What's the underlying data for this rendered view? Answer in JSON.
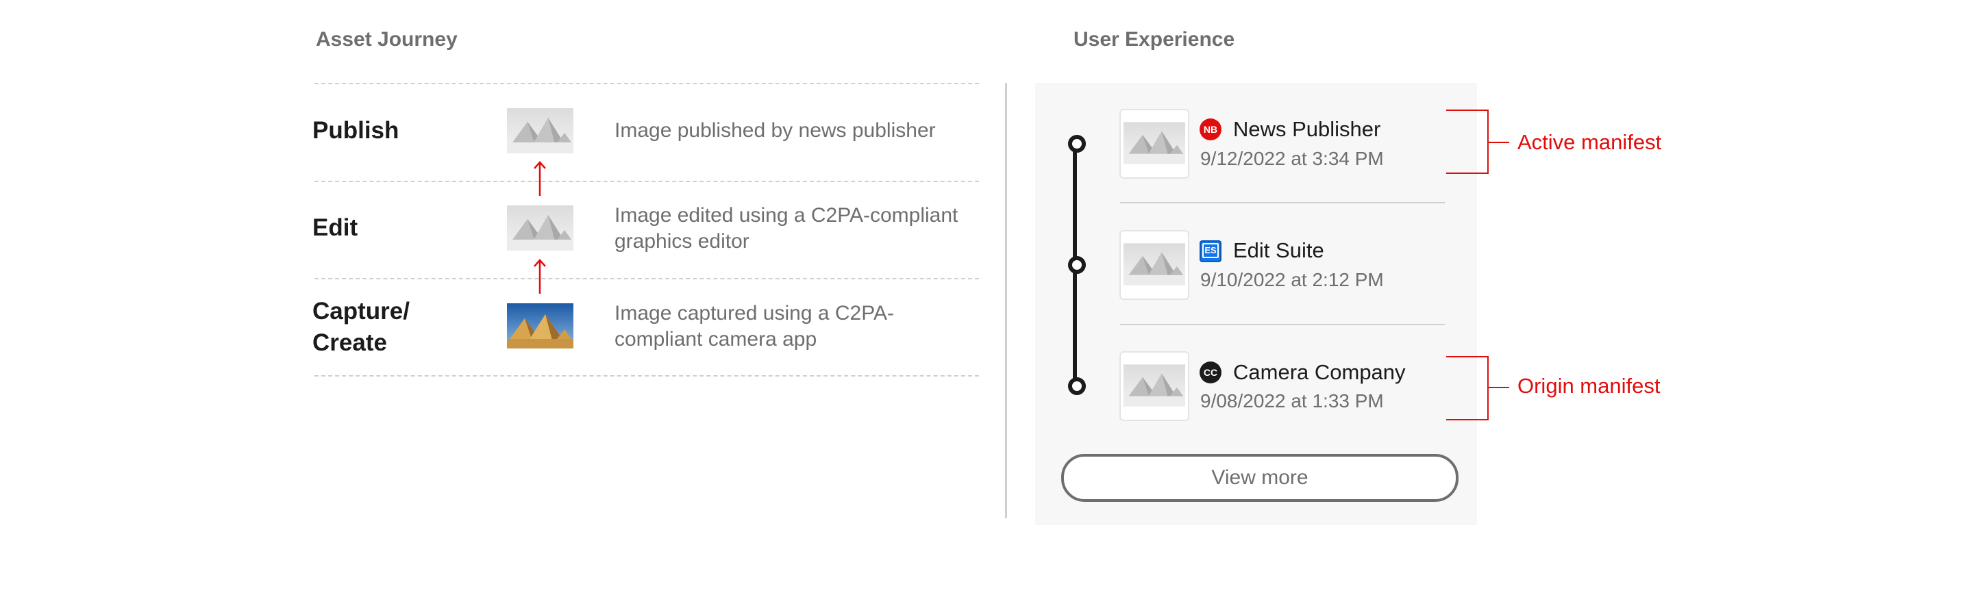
{
  "asset_journey": {
    "title": "Asset Journey",
    "stages": [
      {
        "label": "Publish",
        "description": "Image published by news publisher",
        "thumbnail": "pyramids-snowy"
      },
      {
        "label": "Edit",
        "description": "Image edited using a C2PA-compliant graphics editor",
        "thumbnail": "pyramids-snowy"
      },
      {
        "label": "Capture/ Create",
        "description": "Image captured using a C2PA-compliant camera app",
        "thumbnail": "pyramids-desert"
      }
    ],
    "arrow_color": "#e00d0d"
  },
  "user_experience": {
    "title": "User Experience",
    "entries": [
      {
        "badge": "NB",
        "badge_color": "#e00d0d",
        "name": "News Publisher",
        "date": "9/12/2022 at 3:34 PM"
      },
      {
        "badge": "ES",
        "badge_color": "#1473e6",
        "name": "Edit Suite",
        "date": "9/10/2022 at 2:12 PM"
      },
      {
        "badge": "CC",
        "badge_color": "#1b1b1b",
        "name": "Camera Company",
        "date": "9/08/2022 at 1:33 PM"
      }
    ],
    "view_more_label": "View more",
    "annotations": [
      {
        "text": "Active manifest",
        "color": "#e00d0d"
      },
      {
        "text": "Origin manifest",
        "color": "#e00d0d"
      }
    ]
  }
}
